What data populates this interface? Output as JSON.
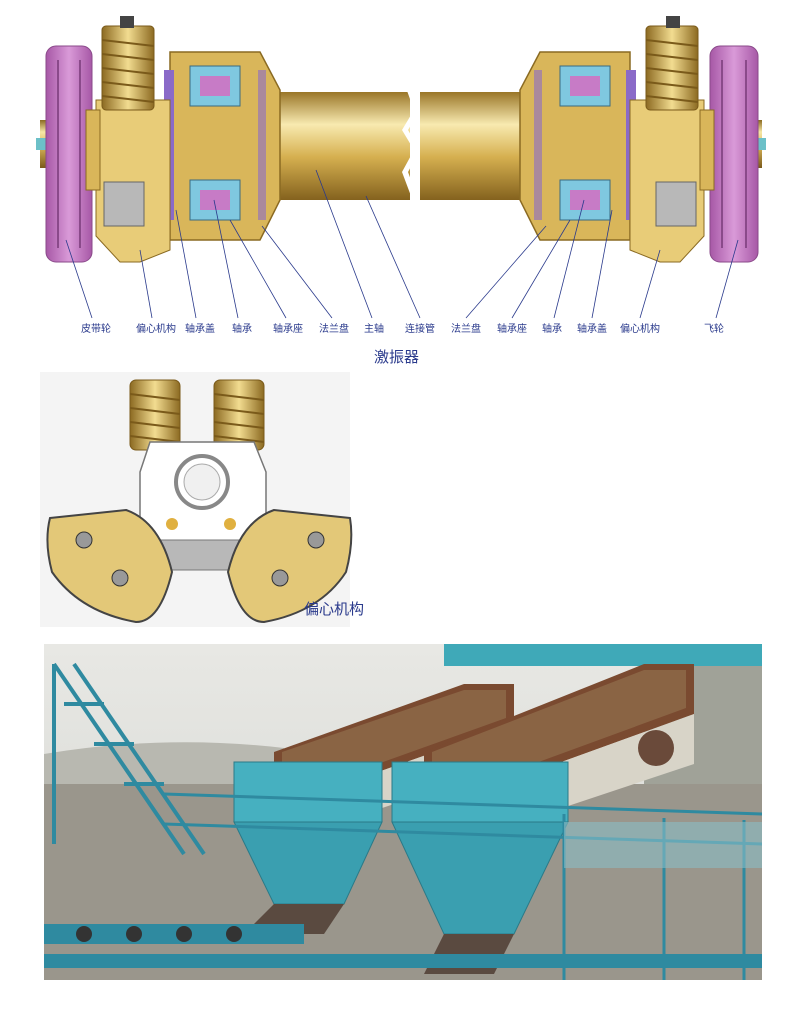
{
  "colors": {
    "gold": "#d9b65a",
    "gold_dark": "#a8842e",
    "gold_light": "#f3e3a8",
    "pulley": "#c77bc6",
    "label_text": "#2a3a8c",
    "bearing_blue": "#7fc8e0",
    "steel_cyan": "#3fa9b8",
    "screen_brown": "#8a5a3a"
  },
  "exciter": {
    "caption": "激振器",
    "labels": [
      "皮带轮",
      "偏心机构",
      "轴承盖",
      "轴承",
      "轴承座",
      "法兰盘",
      "主轴",
      "连接管",
      "法兰盘",
      "轴承座",
      "轴承",
      "轴承盖",
      "偏心机构",
      "飞轮"
    ]
  },
  "eccentric": {
    "caption": "偏心机构"
  },
  "photo": {
    "subject": "vibrating-screen-plant"
  }
}
